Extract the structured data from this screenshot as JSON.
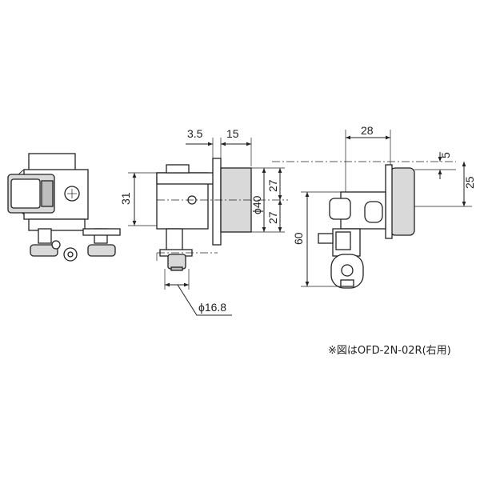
{
  "dimensions": {
    "d_3_5": "3.5",
    "d_15": "15",
    "d_31": "31",
    "d_27_top": "27",
    "d_27_bottom": "27",
    "d_phi40": "ϕ40",
    "d_phi16_8": "ϕ16.8",
    "d_28": "28",
    "d_5": "5",
    "d_25": "25",
    "d_60": "60"
  },
  "note": "※図はOFD-2N-02R(右用)"
}
